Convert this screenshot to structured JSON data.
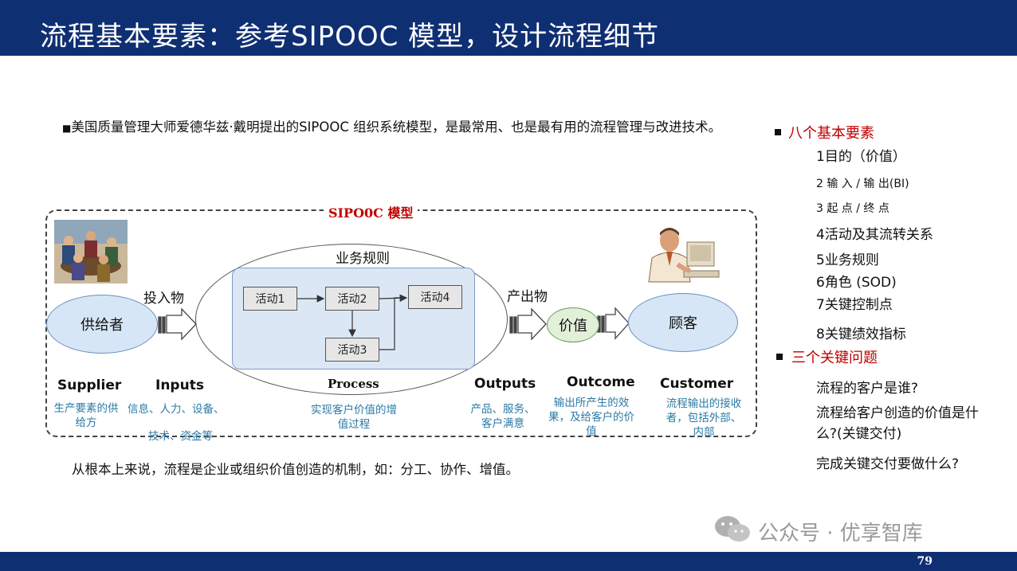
{
  "header": {
    "title": "流程基本要素：参考SIPOOC  模型，设计流程细节"
  },
  "footer": {
    "page_number": "79"
  },
  "intro": {
    "bullet": "■",
    "text": "美国质量管理大师爱德华兹·戴明提出的SIPOOC 组织系统模型，是最常用、也是最有用的流程管理与改进技术。"
  },
  "diagram": {
    "title": "SIPO0C 模型",
    "business_rules": "业务规则",
    "supplier_node": "供给者",
    "customer_node": "顾客",
    "value_node": "价值",
    "input_arrow_label": "投入物",
    "output_arrow_label": "产出物",
    "activities": [
      "活动1",
      "活动2",
      "活动3",
      "活动4"
    ],
    "columns": [
      {
        "en": "Supplier",
        "zh": "生产要素的供给方"
      },
      {
        "en": "Inputs",
        "zh_line1": "信息、人力、设备、",
        "zh_line2": "技术、资金等"
      },
      {
        "en": "Process",
        "zh": "实现客户价值的增值过程"
      },
      {
        "en": "Outputs",
        "zh": "产品、服务、客户满意"
      },
      {
        "en": "Outcome",
        "zh": "输出所产生的效果，及给客户的价值"
      },
      {
        "en": "Customer",
        "zh": "流程输出的接收者，包括外部、内部"
      }
    ]
  },
  "conclusion": "从根本上来说，流程是企业或组织价值创造的机制，如：分工、协作、增值。",
  "right_panel": {
    "elements_heading": "八个基本要素",
    "elements": [
      "1目的（价值）",
      "2 输 入 / 输 出(BI)",
      "3 起 点 / 终 点",
      "4活动及其流转关系",
      "5业务规则",
      "6角色 (SOD)",
      "7关键控制点",
      "8关键绩效指标"
    ],
    "questions_heading": "三个关键问题",
    "questions": [
      "流程的客户是谁?",
      "流程给客户创造的价值是什么?(关键交付)",
      "完成关键交付要做什么?"
    ]
  },
  "watermark": {
    "text": "公众号 · 优享智库"
  },
  "icons": {
    "bullet": "square-bullet-icon",
    "watermark": "wechat-icon",
    "people": "meeting-people-illustration",
    "customer": "customer-person-illustration"
  }
}
